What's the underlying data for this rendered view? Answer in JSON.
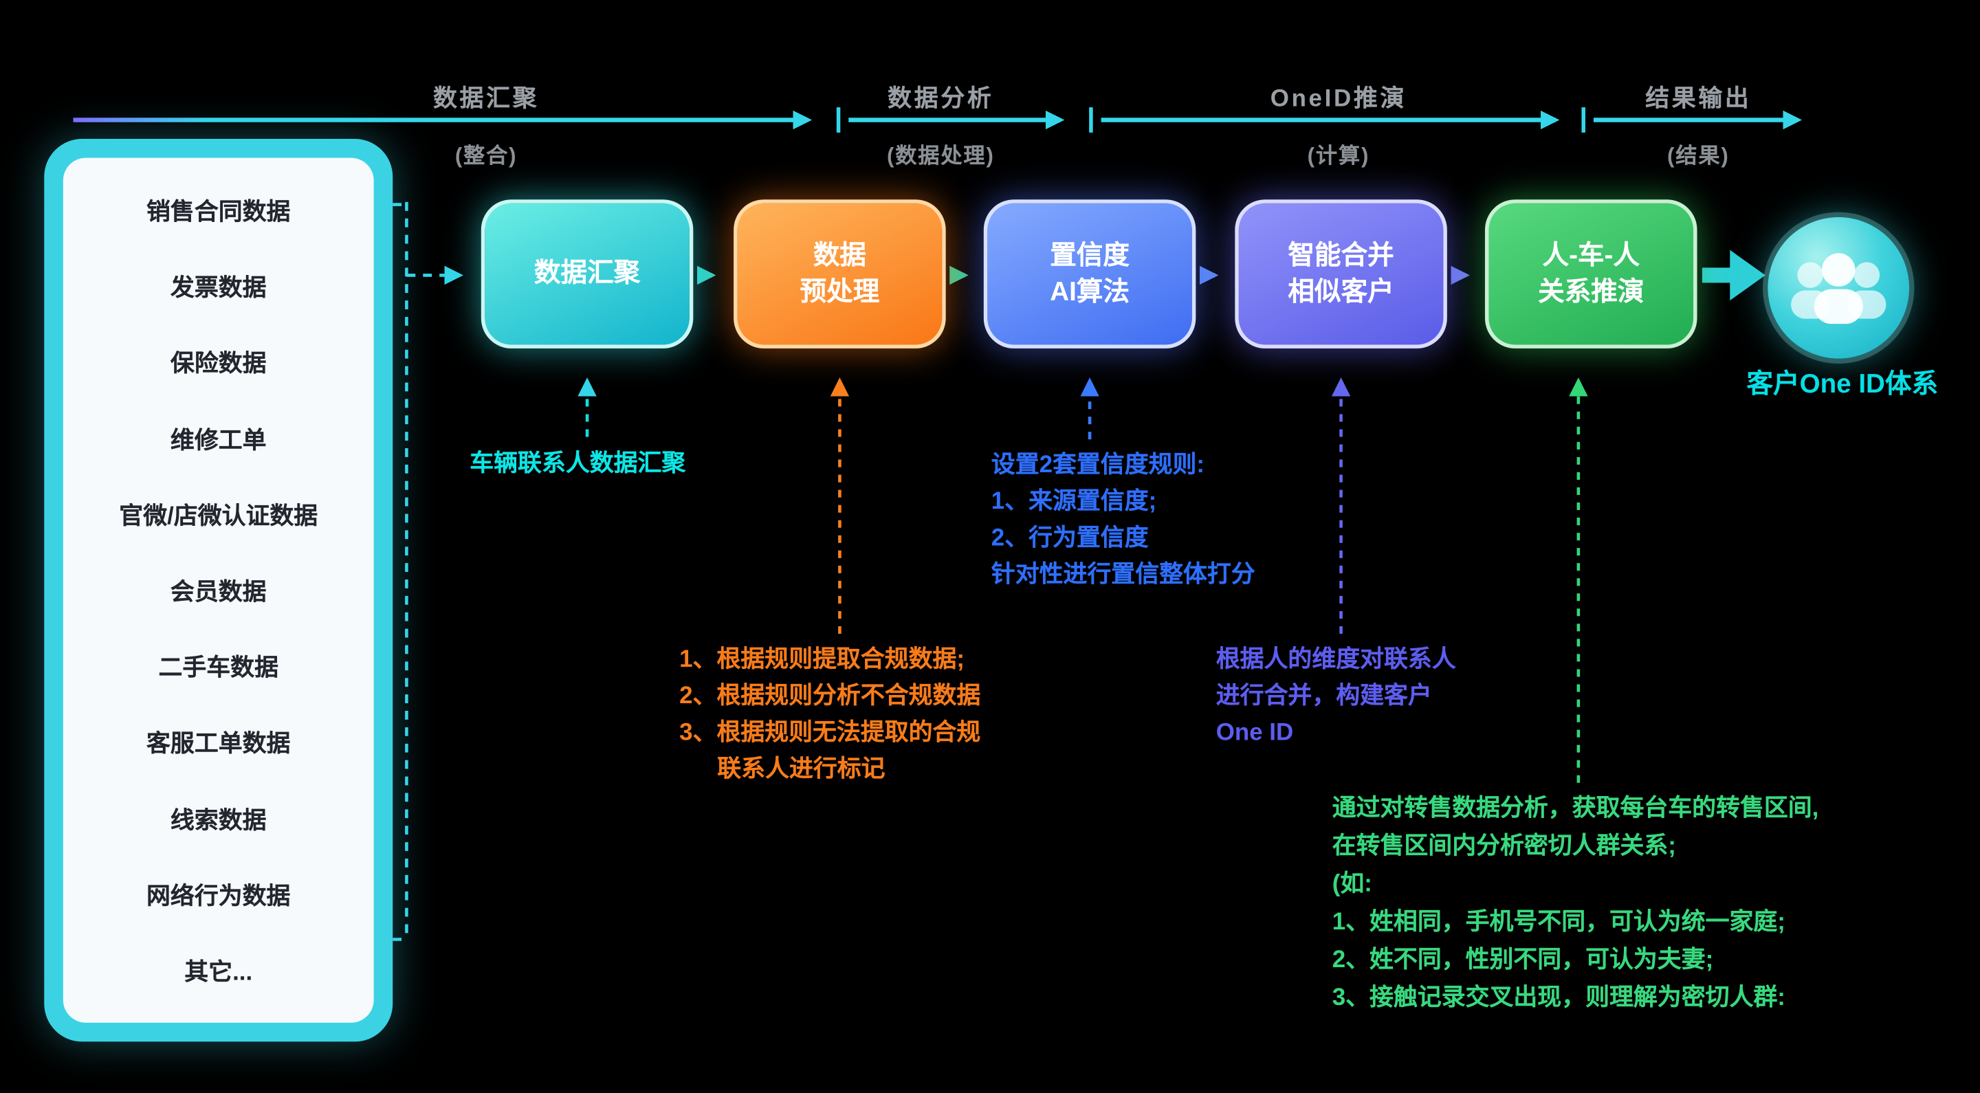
{
  "colors": {
    "background": "#000000",
    "accent_cyan": "#35d6ea",
    "step_aggregation": "#12b4cd",
    "step_preprocess": "#f97716",
    "step_confidence": "#3f6df2",
    "step_merge": "#5a5ce8",
    "step_relation": "#22ad52"
  },
  "phases": [
    {
      "label": "数据汇聚",
      "sub": "(整合)"
    },
    {
      "label": "数据分析",
      "sub": "(数据处理)"
    },
    {
      "label": "OneID推演",
      "sub": "(计算)"
    },
    {
      "label": "结果输出",
      "sub": "(结果)"
    }
  ],
  "sources": [
    "销售合同数据",
    "发票数据",
    "保险数据",
    "维修工单",
    "官微/店微认证数据",
    "会员数据",
    "二手车数据",
    "客服工单数据",
    "线索数据",
    "网络行为数据",
    "其它..."
  ],
  "steps": [
    {
      "lines": [
        "数据汇聚"
      ]
    },
    {
      "lines": [
        "数据",
        "预处理"
      ]
    },
    {
      "lines": [
        "置信度",
        "AI算法"
      ]
    },
    {
      "lines": [
        "智能合并",
        "相似客户"
      ]
    },
    {
      "lines": [
        "人-车-人",
        "关系推演"
      ]
    }
  ],
  "result_label": "客户One ID体系",
  "annotations": {
    "aggregation": [
      "车辆联系人数据汇聚"
    ],
    "preprocess": [
      "1、根据规则提取合规数据;",
      "2、根据规则分析不合规数据",
      "3、根据规则无法提取的合规",
      "联系人进行标记"
    ],
    "confidence": [
      "设置2套置信度规则:",
      "1、来源置信度;",
      "2、行为置信度",
      "针对性进行置信整体打分"
    ],
    "merge": [
      "根据人的维度对联系人",
      "进行合并，构建客户",
      "One ID"
    ],
    "relation": [
      "通过对转售数据分析，获取每台车的转售区间,",
      "在转售区间内分析密切人群关系;",
      "(如:",
      "1、姓相同，手机号不同，可认为统一家庭;",
      "2、姓不同，性别不同，可认为夫妻;",
      "3、接触记录交叉出现，则理解为密切人群:"
    ]
  }
}
